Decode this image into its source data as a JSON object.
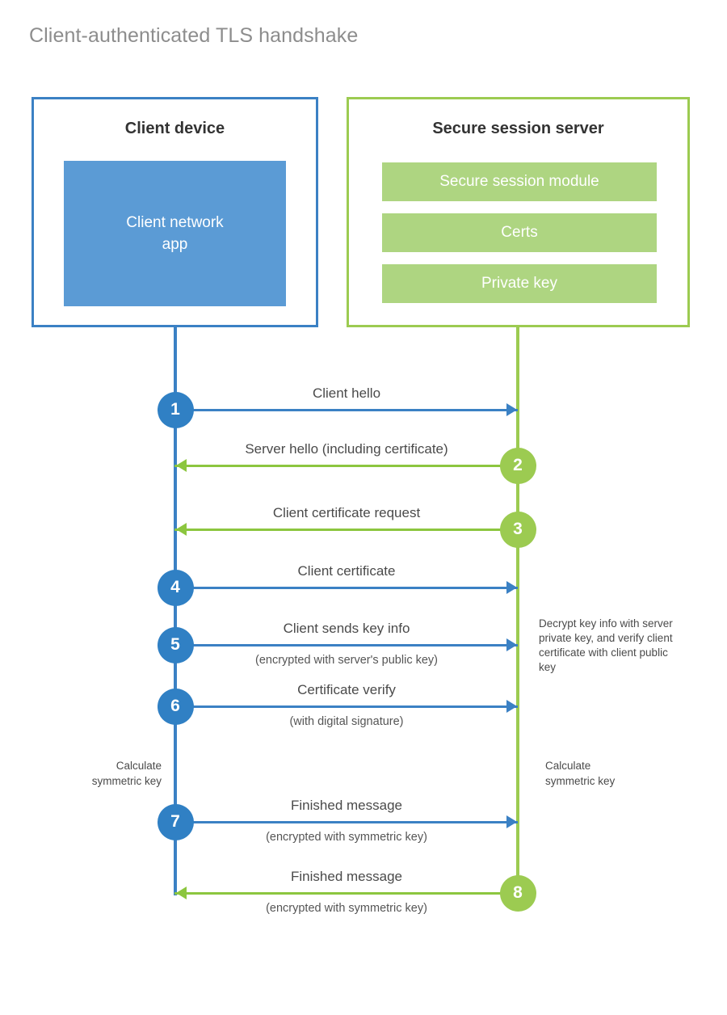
{
  "title": "Client-authenticated TLS handshake",
  "colors": {
    "client_accent": "#3b81c4",
    "client_circle": "#3080c4",
    "client_app_fill": "#5b9bd5",
    "server_accent": "#9ccb51",
    "server_arrow": "#8cc63f",
    "server_bar_fill": "#aed581",
    "title_text": "#8d8d8d",
    "body_text": "#4a4a4a",
    "background": "#ffffff"
  },
  "actors": {
    "client": {
      "title": "Client device",
      "app_label": "Client network\napp"
    },
    "server": {
      "title": "Secure session server",
      "modules": [
        "Secure session module",
        "Certs",
        "Private key"
      ]
    }
  },
  "steps": [
    {
      "number": "1",
      "label": "Client hello",
      "sublabel": "",
      "direction": "client-to-server",
      "color": "blue"
    },
    {
      "number": "2",
      "label": "Server hello (including certificate)",
      "sublabel": "",
      "direction": "server-to-client",
      "color": "green"
    },
    {
      "number": "3",
      "label": "Client certificate request",
      "sublabel": "",
      "direction": "server-to-client",
      "color": "green"
    },
    {
      "number": "4",
      "label": "Client certificate",
      "sublabel": "",
      "direction": "client-to-server",
      "color": "blue"
    },
    {
      "number": "5",
      "label": "Client sends key info",
      "sublabel": "(encrypted with server's public key)",
      "direction": "client-to-server",
      "color": "blue"
    },
    {
      "number": "6",
      "label": "Certificate verify",
      "sublabel": "(with digital signature)",
      "direction": "client-to-server",
      "color": "blue"
    },
    {
      "number": "7",
      "label": "Finished message",
      "sublabel": "(encrypted with symmetric key)",
      "direction": "client-to-server",
      "color": "blue"
    },
    {
      "number": "8",
      "label": "Finished message",
      "sublabel": "(encrypted with symmetric key)",
      "direction": "server-to-client",
      "color": "green"
    }
  ],
  "notes": {
    "server_decrypt": "Decrypt key info with server private key, and verify client certificate with client public key",
    "client_calculate": "Calculate\nsymmetric key",
    "server_calculate": "Calculate\nsymmetric key"
  }
}
